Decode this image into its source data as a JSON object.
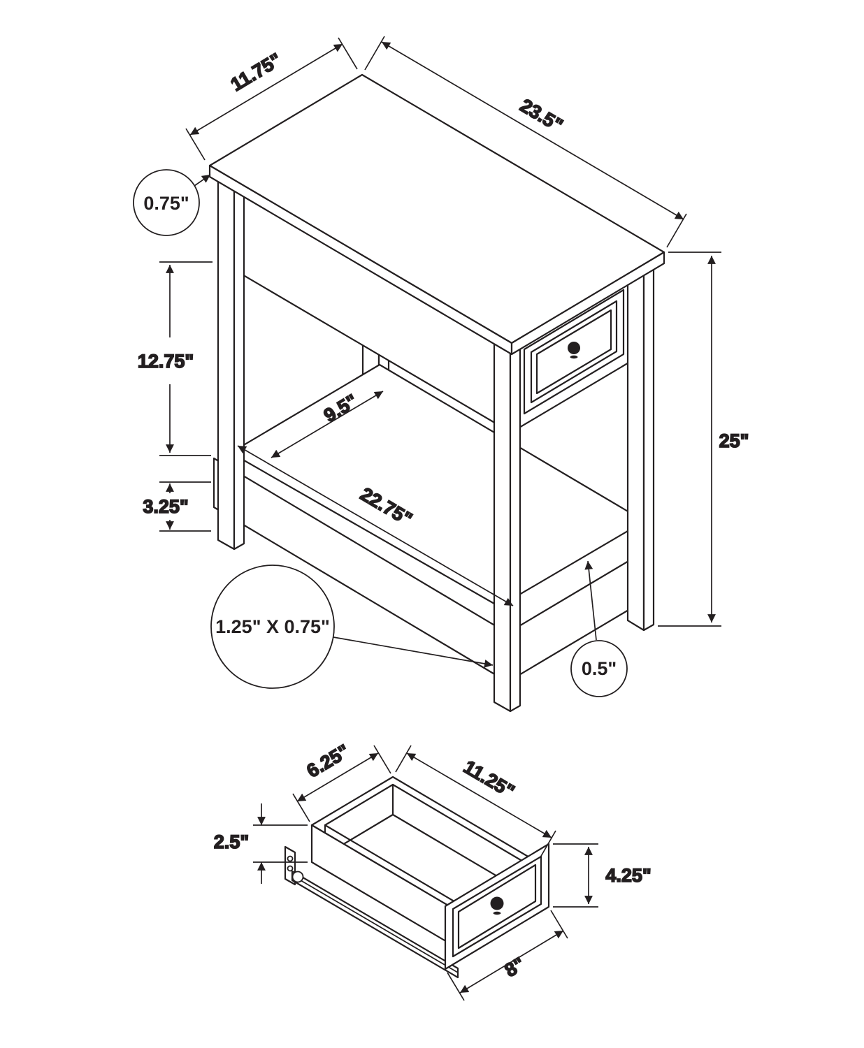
{
  "style": {
    "line_color": "#231f20",
    "background": "#ffffff"
  },
  "dims": {
    "table_depth": "11.75\"",
    "table_length": "23.5\"",
    "top_thickness": "0.75\"",
    "apron_to_shelf": "12.75\"",
    "shelf_front_height": "3.25\"",
    "shelf_depth": "9.5\"",
    "shelf_length": "22.75\"",
    "overall_height": "25\"",
    "leg_cross_section": "1.25\" X 0.75\"",
    "shelf_thickness": "0.5\"",
    "drawer_inner_depth": "6.25\"",
    "drawer_inner_length": "11.25\"",
    "drawer_box_height": "2.5\"",
    "drawer_front_height": "4.25\"",
    "drawer_front_width": "8\""
  }
}
